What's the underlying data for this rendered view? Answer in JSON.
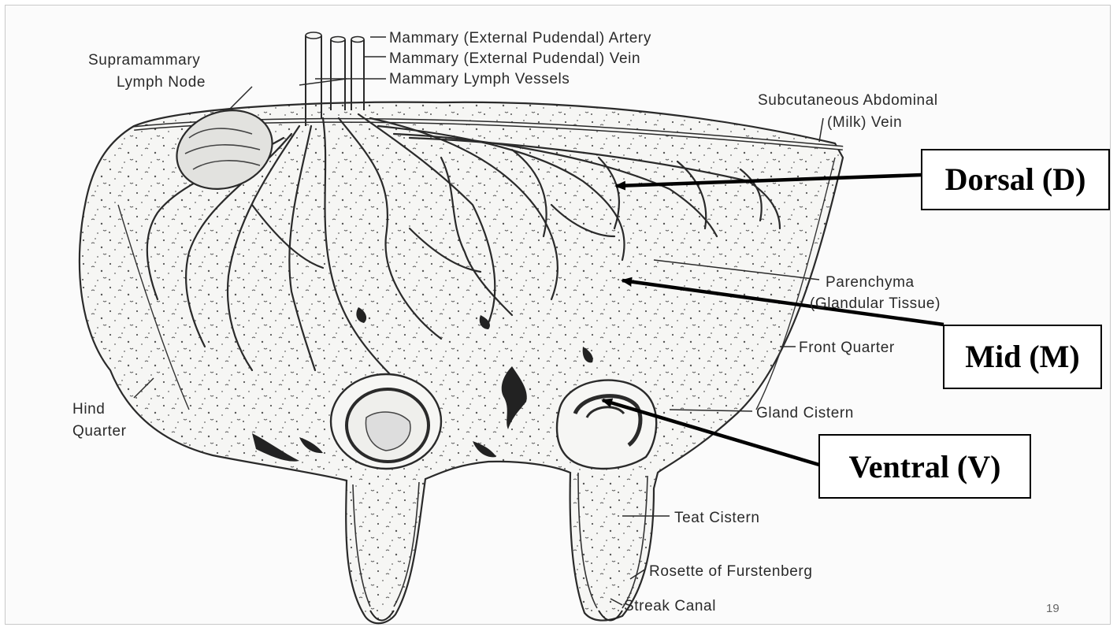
{
  "slide": {
    "page_number": "19"
  },
  "labels": {
    "artery": "Mammary (External Pudendal) Artery",
    "vein": "Mammary (External Pudendal) Vein",
    "lymph_vessels": "Mammary Lymph Vessels",
    "supramammary_line1": "Supramammary",
    "supramammary_line2": "Lymph Node",
    "abdominal_line1": "Subcutaneous Abdominal",
    "abdominal_line2": "(Milk) Vein",
    "parenchyma_line1": "Parenchyma",
    "parenchyma_line2": "(Glandular Tissue)",
    "front_quarter": "Front Quarter",
    "hind_line1": "Hind",
    "hind_line2": "Quarter",
    "gland_cistern": "Gland Cistern",
    "teat_cistern": "Teat Cistern",
    "rosette": "Rosette of Furstenberg",
    "streak_canal": "Streak Canal"
  },
  "callouts": {
    "dorsal": "Dorsal (D)",
    "mid": "Mid (M)",
    "ventral": "Ventral (V)"
  }
}
